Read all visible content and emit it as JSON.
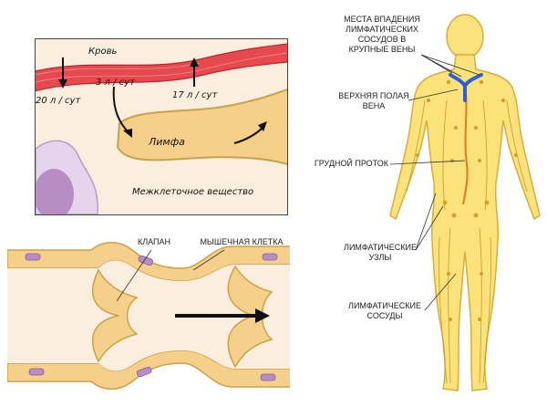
{
  "panel_top": {
    "blood_label": "Кровь",
    "lymph_label": "Лимфа",
    "interstitial_label": "Межклеточное вещество",
    "flow_out": "20 л / сут",
    "flow_to_lymph": "3 л / сут",
    "flow_return": "17 л / сут"
  },
  "panel_bottom": {
    "valve_label": "КЛАПАН",
    "muscle_label": "МЫШЕЧНАЯ КЛЕТКА"
  },
  "body": {
    "label_junction": "МЕСТА ВПАДЕНИЯ ЛИМФАТИЧЕСКИХ СОСУДОВ В КРУПНЫЕ ВЕНЫ",
    "label_vena_cava": "ВЕРХНЯЯ ПОЛАЯ ВЕНА",
    "label_thoracic_duct": "ГРУДНОЙ ПРОТОК",
    "label_nodes": "ЛИМФАТИЧЕСКИЕ УЗЛЫ",
    "label_vessels": "ЛИМФАТИЧЕСКИЕ СОСУДЫ"
  },
  "colors": {
    "blood": "#e64a4f",
    "lymph": "#f6d08a",
    "outline": "#c9a24a",
    "cell": "#b78dc4",
    "vein": "#2b5fd8",
    "body": "#fbe27a"
  }
}
